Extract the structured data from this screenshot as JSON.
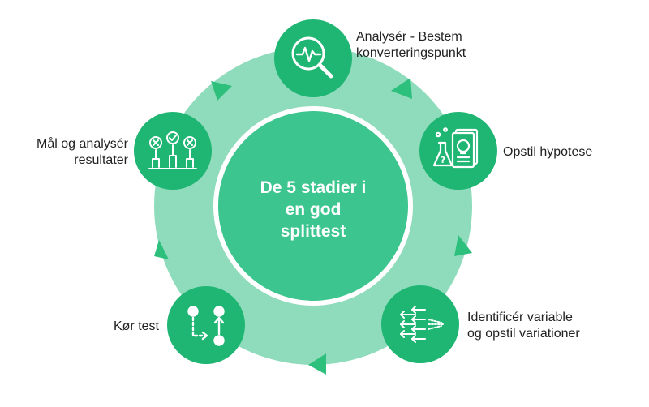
{
  "diagram": {
    "title_lines": [
      "De 5 stadier i",
      "en god",
      "splittest"
    ],
    "stages": [
      {
        "id": "analyse",
        "icon": "magnifier-pulse-icon",
        "lines": [
          "Analysér - Bestem",
          "konverteringspunkt"
        ]
      },
      {
        "id": "hypothesis",
        "icon": "flask-idea-document-icon",
        "lines": [
          "Opstil hypotese"
        ]
      },
      {
        "id": "variables",
        "icon": "arrows-branching-icon",
        "lines": [
          "Identificér variable",
          "og opstil variationer"
        ]
      },
      {
        "id": "test",
        "icon": "flow-nodes-icon",
        "lines": [
          "Kør test"
        ]
      },
      {
        "id": "measure",
        "icon": "people-voting-icon",
        "lines": [
          "Mål og analysér",
          "resultater"
        ]
      }
    ]
  },
  "colors": {
    "ring": "#8fdcbc",
    "center": "#3cc58e",
    "node": "#1fb573",
    "arrow": "#2dbf7c",
    "text": "#222222",
    "white": "#ffffff"
  }
}
